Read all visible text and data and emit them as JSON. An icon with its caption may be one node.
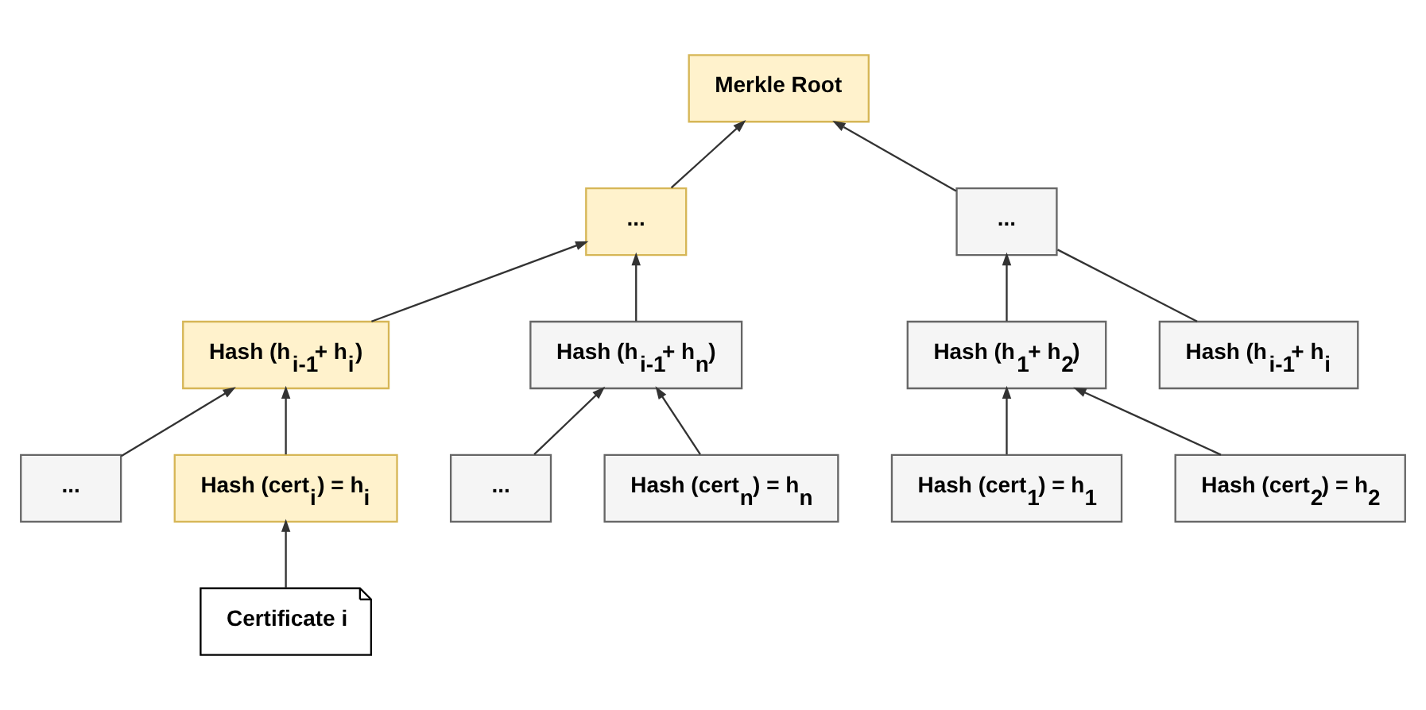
{
  "diagram": {
    "nodes": [
      {
        "text": [
          "Merkle Root"
        ]
      },
      {
        "text": [
          "..."
        ]
      },
      {
        "text": [
          "..."
        ]
      },
      {
        "text": [
          "Hash (h$_{i-1}$+ h$_{i}$)"
        ]
      },
      {
        "text": [
          "Hash (h$_{i-1}$+ h$_{n}$)"
        ]
      },
      {
        "text": [
          "Hash (h$_{1}$+ h$_{2}$)"
        ]
      },
      {
        "text": [
          "Hash (h$_{i-1}$+ h$_{i}$"
        ]
      },
      {
        "text": [
          "..."
        ]
      },
      {
        "text": [
          "Hash (cert$_{i}$) = h$_{i}$"
        ]
      },
      {
        "text": [
          "..."
        ]
      },
      {
        "text": [
          "Hash (cert$_{n}$) = h$_{n}$"
        ]
      },
      {
        "text": [
          "Hash (cert$_{1}$) = h$_{1}$"
        ]
      },
      {
        "text": [
          "Hash (cert$_{2}$) = h$_{2}$"
        ]
      },
      {
        "text": [
          "Certificate i"
        ]
      }
    ],
    "edges": [
      {
        "from": 1,
        "to": 0,
        "arrow": "to"
      },
      {
        "from": 2,
        "to": 0,
        "arrow": "to"
      },
      {
        "from": 3,
        "to": 1,
        "arrow": "to"
      },
      {
        "from": 4,
        "to": 1,
        "arrow": "to"
      },
      {
        "from": 5,
        "to": 2,
        "arrow": "to"
      },
      {
        "from": 6,
        "to": 2,
        "arrow": "none"
      },
      {
        "from": 7,
        "to": 3,
        "arrow": "to"
      },
      {
        "from": 8,
        "to": 3,
        "arrow": "to"
      },
      {
        "from": 9,
        "to": 4,
        "arrow": "to"
      },
      {
        "from": 10,
        "to": 4,
        "arrow": "to"
      },
      {
        "from": 11,
        "to": 5,
        "arrow": "to"
      },
      {
        "from": 12,
        "to": 5,
        "arrow": "to"
      },
      {
        "from": 13,
        "to": 8,
        "arrow": "to"
      }
    ]
  }
}
